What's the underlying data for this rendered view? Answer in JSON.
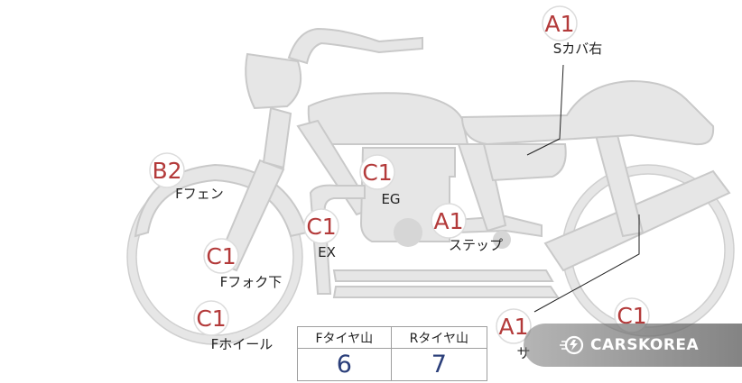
{
  "labels": [
    {
      "code": "A1",
      "name": "Sカバ右"
    },
    {
      "code": "B2",
      "name": "Fフェン"
    },
    {
      "code": "C1",
      "name": "EG"
    },
    {
      "code": "C1",
      "name": "EX"
    },
    {
      "code": "A1",
      "name": "ステップ"
    },
    {
      "code": "C1",
      "name": "Fフォク下"
    },
    {
      "code": "C1",
      "name": "Fホイール"
    },
    {
      "code": "A1",
      "name": "サ"
    },
    {
      "code": "C1",
      "name": ""
    }
  ],
  "tire_table": {
    "headers": [
      "Fタイヤ山",
      "Rタイヤ山"
    ],
    "values": [
      "6",
      "7"
    ]
  },
  "watermark": {
    "text": "CARSKOREA",
    "icon": "carskorea-logo-icon"
  },
  "colors": {
    "code": "#b33a3a",
    "part": "#e6e6e6",
    "value": "#2b3f7a"
  }
}
